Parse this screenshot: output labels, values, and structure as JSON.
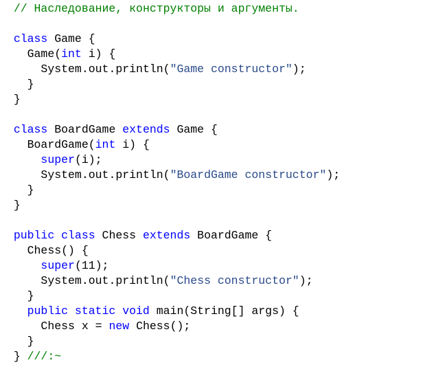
{
  "colors": {
    "background": "#ffffff",
    "comment": "#008000",
    "keyword": "#0000ff",
    "string": "#2a4a8a",
    "plain": "#000000"
  },
  "code": {
    "lines": [
      {
        "indent": "  ",
        "tokens": [
          {
            "type": "comment",
            "text": "// Наследование, конструкторы и аргументы."
          }
        ]
      },
      {
        "indent": "",
        "tokens": []
      },
      {
        "indent": "  ",
        "tokens": [
          {
            "type": "keyword",
            "text": "class"
          },
          {
            "type": "plain",
            "text": " Game {"
          }
        ]
      },
      {
        "indent": "    ",
        "tokens": [
          {
            "type": "plain",
            "text": "Game("
          },
          {
            "type": "keyword",
            "text": "int"
          },
          {
            "type": "plain",
            "text": " i) {"
          }
        ]
      },
      {
        "indent": "      ",
        "tokens": [
          {
            "type": "plain",
            "text": "System.out.println("
          },
          {
            "type": "string",
            "text": "\"Game constructor\""
          },
          {
            "type": "plain",
            "text": ");"
          }
        ]
      },
      {
        "indent": "    ",
        "tokens": [
          {
            "type": "plain",
            "text": "}"
          }
        ]
      },
      {
        "indent": "  ",
        "tokens": [
          {
            "type": "plain",
            "text": "}"
          }
        ]
      },
      {
        "indent": "",
        "tokens": []
      },
      {
        "indent": "  ",
        "tokens": [
          {
            "type": "keyword",
            "text": "class"
          },
          {
            "type": "plain",
            "text": " BoardGame "
          },
          {
            "type": "keyword",
            "text": "extends"
          },
          {
            "type": "plain",
            "text": " Game {"
          }
        ]
      },
      {
        "indent": "    ",
        "tokens": [
          {
            "type": "plain",
            "text": "BoardGame("
          },
          {
            "type": "keyword",
            "text": "int"
          },
          {
            "type": "plain",
            "text": " i) {"
          }
        ]
      },
      {
        "indent": "      ",
        "tokens": [
          {
            "type": "keyword",
            "text": "super"
          },
          {
            "type": "plain",
            "text": "(i);"
          }
        ]
      },
      {
        "indent": "      ",
        "tokens": [
          {
            "type": "plain",
            "text": "System.out.println("
          },
          {
            "type": "string",
            "text": "\"BoardGame constructor\""
          },
          {
            "type": "plain",
            "text": ");"
          }
        ]
      },
      {
        "indent": "    ",
        "tokens": [
          {
            "type": "plain",
            "text": "}"
          }
        ]
      },
      {
        "indent": "  ",
        "tokens": [
          {
            "type": "plain",
            "text": "}"
          }
        ]
      },
      {
        "indent": "",
        "tokens": []
      },
      {
        "indent": "  ",
        "tokens": [
          {
            "type": "keyword",
            "text": "public class"
          },
          {
            "type": "plain",
            "text": " Chess "
          },
          {
            "type": "keyword",
            "text": "extends"
          },
          {
            "type": "plain",
            "text": " BoardGame {"
          }
        ]
      },
      {
        "indent": "    ",
        "tokens": [
          {
            "type": "plain",
            "text": "Chess() {"
          }
        ]
      },
      {
        "indent": "      ",
        "tokens": [
          {
            "type": "keyword",
            "text": "super"
          },
          {
            "type": "plain",
            "text": "(11);"
          }
        ]
      },
      {
        "indent": "      ",
        "tokens": [
          {
            "type": "plain",
            "text": "System.out.println("
          },
          {
            "type": "string",
            "text": "\"Chess constructor\""
          },
          {
            "type": "plain",
            "text": ");"
          }
        ]
      },
      {
        "indent": "    ",
        "tokens": [
          {
            "type": "plain",
            "text": "}"
          }
        ]
      },
      {
        "indent": "    ",
        "tokens": [
          {
            "type": "keyword",
            "text": "public static void"
          },
          {
            "type": "plain",
            "text": " main(String[] args) {"
          }
        ]
      },
      {
        "indent": "      ",
        "tokens": [
          {
            "type": "plain",
            "text": "Chess x = "
          },
          {
            "type": "keyword",
            "text": "new"
          },
          {
            "type": "plain",
            "text": " Chess();"
          }
        ]
      },
      {
        "indent": "    ",
        "tokens": [
          {
            "type": "plain",
            "text": "}"
          }
        ]
      },
      {
        "indent": "  ",
        "tokens": [
          {
            "type": "plain",
            "text": "} "
          },
          {
            "type": "comment",
            "text": "///:~"
          }
        ]
      }
    ]
  }
}
